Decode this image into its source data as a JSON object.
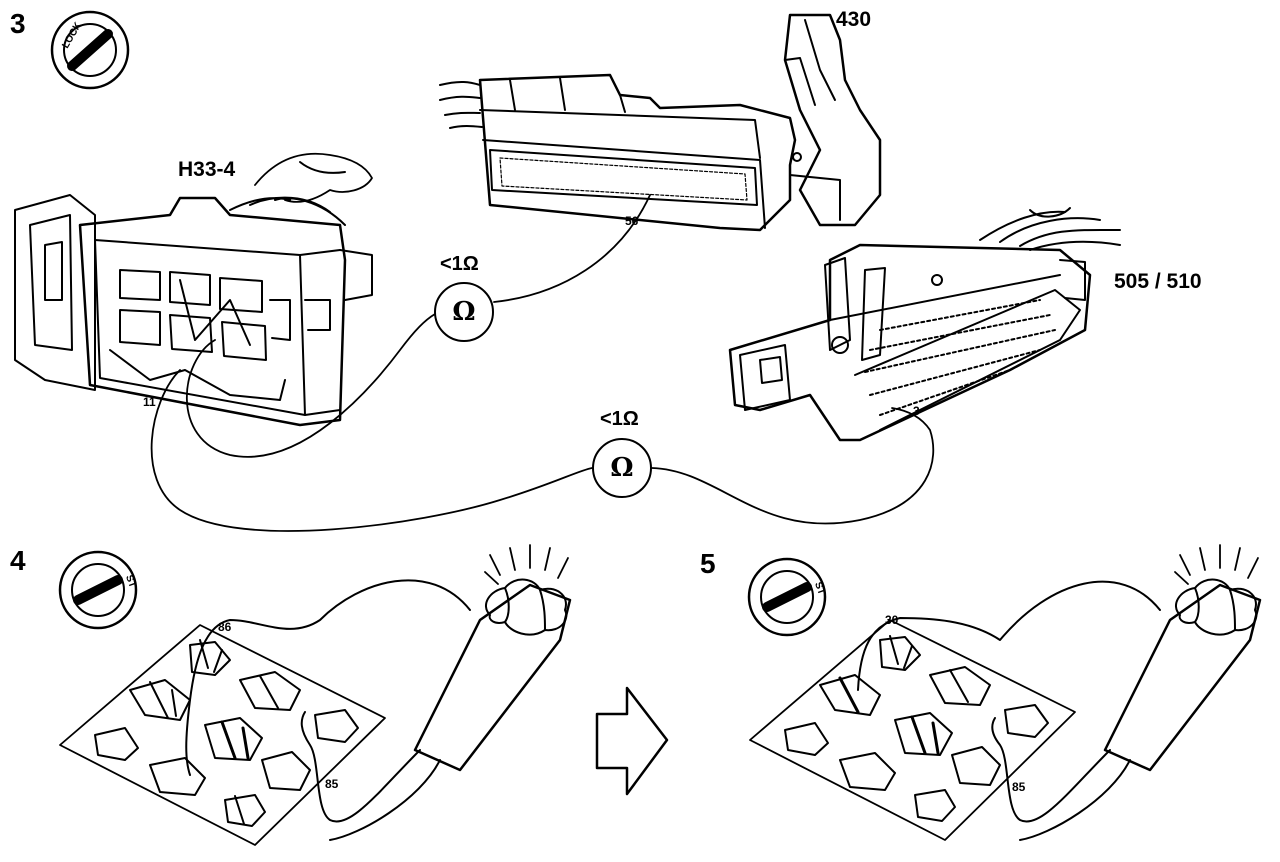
{
  "steps": [
    "3",
    "4",
    "5"
  ],
  "connectors": {
    "h33": "H33-4",
    "ecu_430": "430",
    "ecu_505": "505 / 510"
  },
  "pins": {
    "h33_pin": "11",
    "ecu430_pin": "56",
    "ecu505_pin": "3",
    "relay4_top": "86",
    "relay4_bottom": "85",
    "relay5_top": "30",
    "relay5_bottom": "85"
  },
  "ignition": {
    "lock_label": "LOCK",
    "start_label": "ST"
  },
  "meters": {
    "symbol": "Ω",
    "reading_1": "<1Ω",
    "reading_2": "<1Ω"
  },
  "icons": [
    "ignition-key-icon",
    "ohmmeter-icon",
    "test-lamp-icon",
    "arrow-right-icon",
    "relay-socket-icon"
  ]
}
